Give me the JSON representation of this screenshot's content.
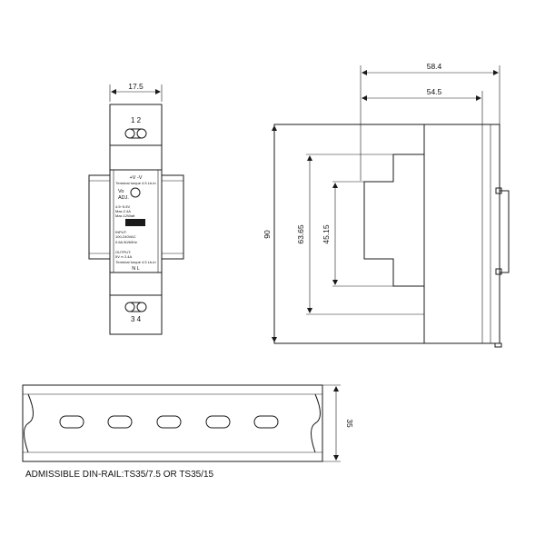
{
  "front_view": {
    "width_dim": "17.5",
    "terminals_top": "1 2",
    "terminals_bottom": "3 4",
    "output_polarity": "+V -V",
    "torque_label_top": "Terminal torque 4.5 Lb-in",
    "vo_label": "Vo",
    "adj_label": "ADJ.",
    "spec_vrange": "4.5~5.5V",
    "spec_current": "Max.2.4A",
    "spec_power": "Max.12Watt",
    "input_title": "INPUT:",
    "input_voltage": "100-240VAC",
    "input_rating": "0.6A 50/60Hz",
    "output_title": "OUTPUT:",
    "output_rating": "5V ═ 2.4A",
    "torque_label_bottom": "Terminal torque 4.5 Lb-in",
    "input_terminals": "N L"
  },
  "side_view": {
    "dim_overall_depth": "58.4",
    "dim_body_depth": "54.5",
    "dim_height": "90",
    "dim_mid_height": "63.65",
    "dim_front_height": "45.15"
  },
  "rail_view": {
    "dim_rail_height": "35"
  },
  "caption": "ADMISSIBLE DIN-RAIL:TS35/7.5 OR TS35/15"
}
